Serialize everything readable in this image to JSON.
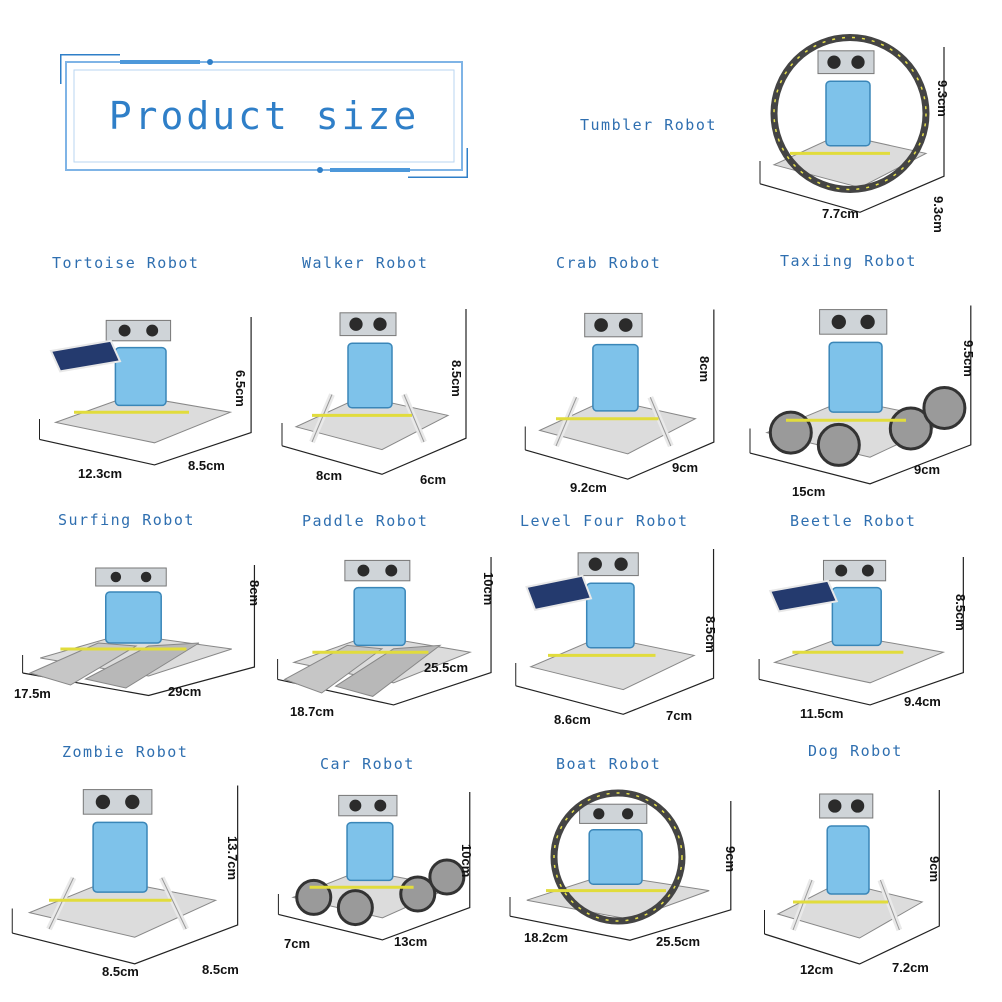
{
  "title": "Product size",
  "robots": [
    {
      "name": "Tumbler Robot",
      "dims": [
        "9.3cm",
        "7.7cm",
        "9.3cm"
      ]
    },
    {
      "name": "Tortoise Robot",
      "dims": [
        "6.5cm",
        "12.3cm",
        "8.5cm"
      ]
    },
    {
      "name": "Walker Robot",
      "dims": [
        "8.5cm",
        "8cm",
        "6cm"
      ]
    },
    {
      "name": "Crab Robot",
      "dims": [
        "8cm",
        "9.2cm",
        "9cm"
      ]
    },
    {
      "name": "Taxiing Robot",
      "dims": [
        "9.5cm",
        "15cm",
        "9cm"
      ]
    },
    {
      "name": "Surfing Robot",
      "dims": [
        "8cm",
        "17.5m",
        "29cm"
      ]
    },
    {
      "name": "Paddle Robot",
      "dims": [
        "10cm",
        "18.7cm",
        "25.5cm"
      ]
    },
    {
      "name": "Level Four Robot",
      "dims": [
        "8.5cm",
        "8.6cm",
        "7cm"
      ]
    },
    {
      "name": "Beetle Robot",
      "dims": [
        "8.5cm",
        "11.5cm",
        "9.4cm"
      ]
    },
    {
      "name": "Zombie Robot",
      "dims": [
        "13.7cm",
        "8.5cm",
        "8.5cm"
      ]
    },
    {
      "name": "Car Robot",
      "dims": [
        "10cm",
        "7cm",
        "13cm"
      ]
    },
    {
      "name": "Boat Robot",
      "dims": [
        "9cm",
        "18.2cm",
        "25.5cm"
      ]
    },
    {
      "name": "Dog Robot",
      "dims": [
        "9cm",
        "12cm",
        "7.2cm"
      ]
    }
  ]
}
